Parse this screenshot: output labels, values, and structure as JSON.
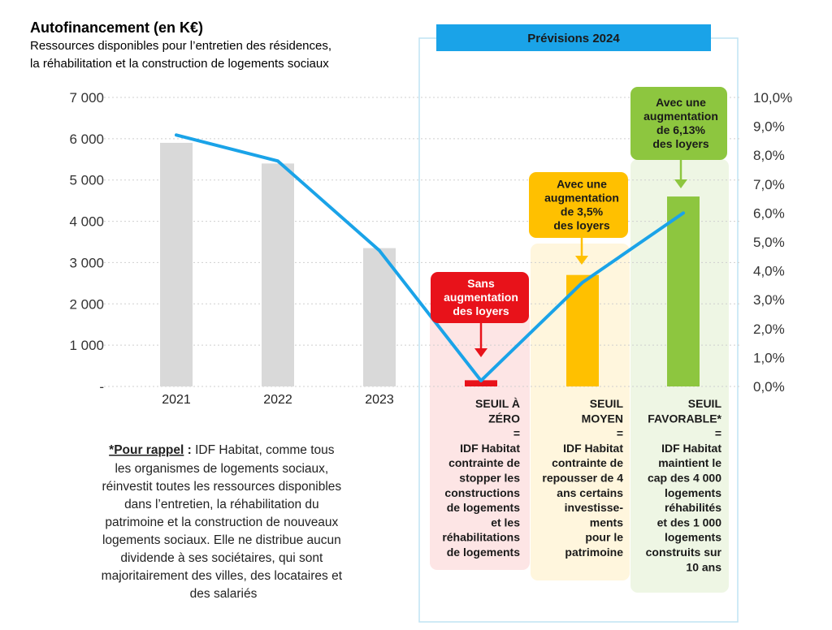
{
  "header": {
    "title": "Autofinancement (en K€)",
    "subtitle_line1": "Ressources disponibles pour  l’entretien des résidences,",
    "subtitle_line2": "la réhabilitation et la construction de logements sociaux"
  },
  "forecast_banner": "Prévisions 2024",
  "colors": {
    "bar_historic": "#d9d9d9",
    "bar_zero": "#e8121a",
    "bar_moyen": "#ffc000",
    "bar_favorable": "#8dc63f",
    "line": "#1aa3e8",
    "banner": "#1aa3e8",
    "panel_zero": "#fde5e5",
    "panel_moyen": "#fff6dd",
    "panel_favorable": "#eef6e4"
  },
  "chart_data": {
    "type": "bar",
    "categories": [
      "2021",
      "2022",
      "2023",
      "Seuil à zéro",
      "Seuil moyen",
      "Seuil favorable"
    ],
    "category_labels": [
      "2021",
      "2022",
      "2023",
      "",
      "",
      ""
    ],
    "series": [
      {
        "values": [
          5900,
          5400,
          3350,
          150,
          2700,
          4600
        ],
        "axis": "left",
        "kind": "bar"
      },
      {
        "values": [
          8.7,
          7.8,
          4.7,
          0.2,
          3.6,
          6.0
        ],
        "axis": "right",
        "kind": "line"
      }
    ],
    "y_left": {
      "range": [
        0,
        7000
      ],
      "ticks": [
        "-",
        "1 000",
        "2 000",
        "3 000",
        "4 000",
        "5 000",
        "6 000",
        "7 000"
      ]
    },
    "y_right": {
      "range": [
        0,
        10
      ],
      "ticks": [
        "0,0%",
        "1,0%",
        "2,0%",
        "3,0%",
        "4,0%",
        "5,0%",
        "6,0%",
        "7,0%",
        "8,0%",
        "9,0%",
        "10,0%"
      ]
    },
    "grid": "horizontal-dotted",
    "callouts": [
      {
        "lines": [
          "Sans",
          "augmentation",
          "des loyers"
        ],
        "color": "#e8121a",
        "text_color": "#ffffff"
      },
      {
        "lines": [
          "Avec une",
          "augmentation",
          "de 3,5%",
          "des loyers"
        ],
        "color": "#ffc000",
        "text_color": "#1a1a1a"
      },
      {
        "lines": [
          "Avec une",
          "augmentation",
          "de 6,13%",
          "des loyers"
        ],
        "color": "#8dc63f",
        "text_color": "#1a1a1a"
      }
    ],
    "scenarios": [
      {
        "lines": [
          "SEUIL À",
          "ZÉRO",
          "=",
          "IDF Habitat",
          "contrainte de",
          "stopper les",
          "constructions",
          "de logements",
          "et les",
          "réhabilitations",
          "de logements"
        ]
      },
      {
        "lines": [
          "SEUIL",
          "MOYEN",
          "=",
          "IDF Habitat",
          "contrainte de",
          "repousser de 4",
          "ans certains",
          "investisse-",
          "ments",
          "pour le",
          "patrimoine"
        ]
      },
      {
        "lines": [
          "SEUIL",
          "FAVORABLE*",
          "=",
          "IDF Habitat",
          "maintient le",
          "cap des 4 000",
          "logements",
          "réhabilités",
          "et des 1 000",
          "logements",
          "construits sur",
          "10 ans"
        ]
      }
    ]
  },
  "note": {
    "prefix": "*Pour rappel",
    "colon": " :",
    "line1_rest": " IDF Habitat, comme tous",
    "lines": [
      "les organismes de logements sociaux,",
      "réinvestit toutes les ressources disponibles",
      "dans l’entretien, la réhabilitation du",
      "patrimoine et la construction de nouveaux",
      "logements sociaux. Elle ne distribue aucun",
      "dividende à ses sociétaires, qui sont",
      "majoritairement des villes, des locataires et",
      "des salariés"
    ]
  }
}
